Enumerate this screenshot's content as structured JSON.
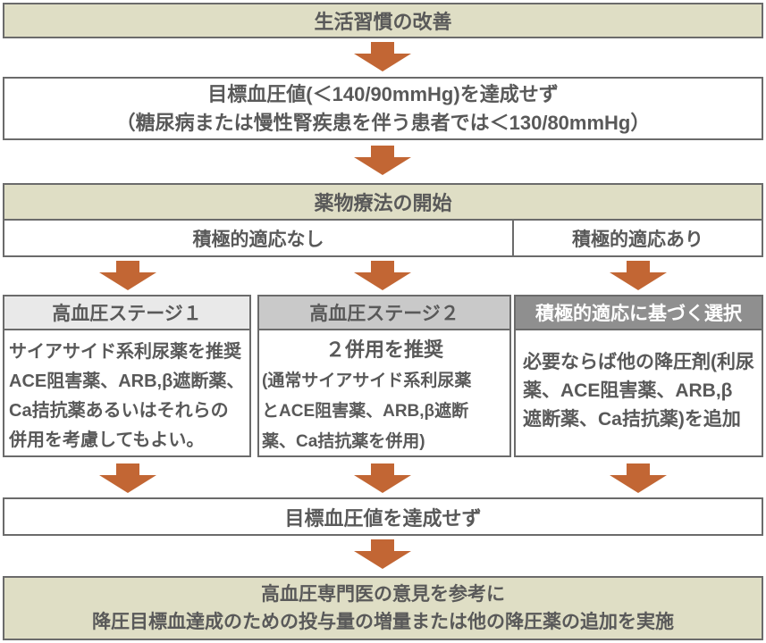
{
  "colors": {
    "olive_bg": "#dfdec5",
    "border": "#6b6b6b",
    "text": "#595959",
    "arrow": "#c26634",
    "stage1_header_bg": "#e9e9e9",
    "stage2_header_bg": "#c9c9c9",
    "compelling_header_bg": "#8f8f8f",
    "compelling_header_text": "#ffffff"
  },
  "steps": {
    "lifestyle": "生活習慣の改善",
    "target_bp": {
      "line1": "目標血圧値(＜140/90mmHg)を達成せず",
      "line2": "（糖尿病または慢性腎疾患を伴う患者では＜130/80mmHg）"
    },
    "drug_therapy": {
      "header": "薬物療法の開始",
      "no_indication": "積極的適応なし",
      "with_indication": "積極的適応あり"
    },
    "branches": {
      "stage1": {
        "title": "高血圧ステージ１",
        "lines": [
          "サイアサイド系利尿薬を推奨",
          "ACE阻害薬、ARB,β遮断薬、",
          "Ca拮抗薬あるいはそれらの",
          "併用を考慮してもよい。"
        ]
      },
      "stage2": {
        "title": "高血圧ステージ２",
        "emphasis": "２併用を推奨",
        "lines": [
          "(通常サイアサイド系利尿薬",
          "とACE阻害薬、ARB,β遮断",
          "薬、Ca拮抗薬を併用)"
        ]
      },
      "compelling": {
        "title": "積極的適応に基づく選択",
        "lines": [
          "必要ならば他の降圧剤(利尿",
          "薬、ACE阻害薬、ARB,β",
          "遮断薬、Ca拮抗薬)を追加"
        ]
      }
    },
    "goal_not_achieved": "目標血圧値を達成せず",
    "specialist": {
      "line1": "高血圧専門医の意見を参考に",
      "line2": "降圧目標血達成のための投与量の増量または他の降圧薬の追加を実施"
    }
  }
}
